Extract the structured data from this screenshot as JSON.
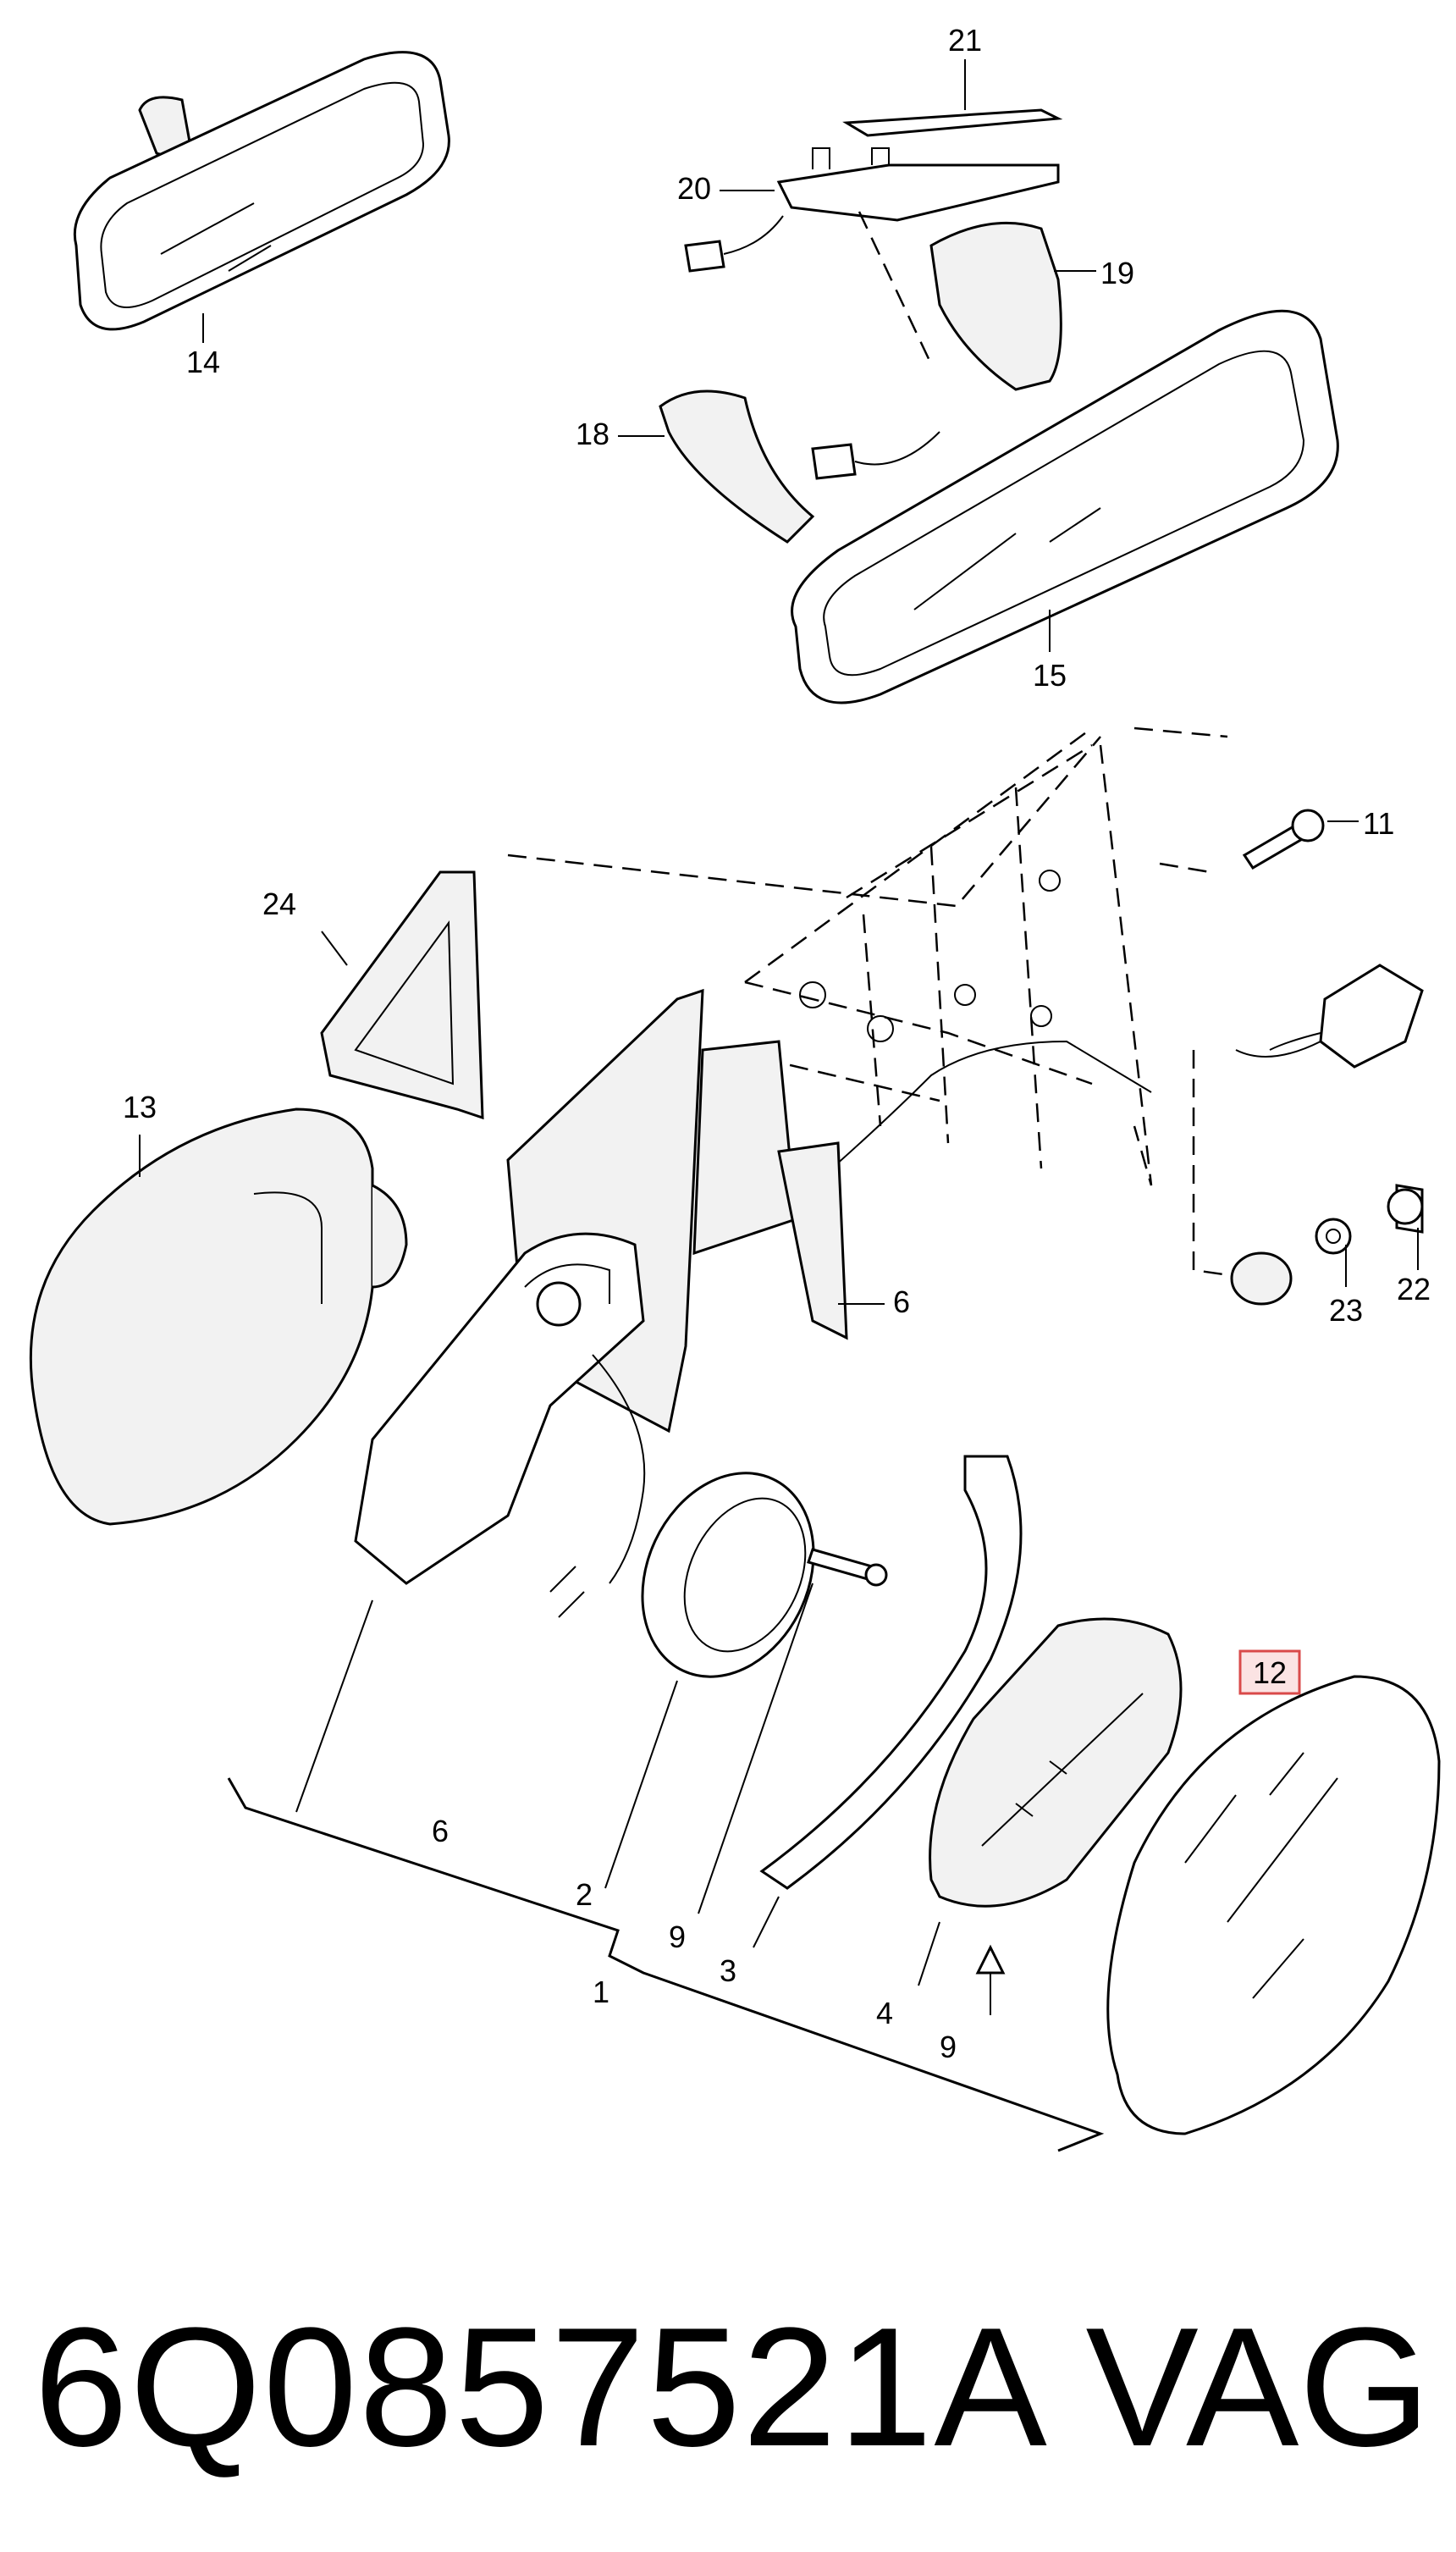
{
  "diagram": {
    "callouts": [
      "1",
      "2",
      "3",
      "4",
      "6",
      "6",
      "9",
      "9",
      "11",
      "12",
      "13",
      "14",
      "15",
      "18",
      "19",
      "20",
      "21",
      "22",
      "23",
      "24"
    ],
    "highlighted": "12",
    "highlight_color": "#d94a4a"
  },
  "caption": {
    "part_number": "6Q0857521A",
    "brand": "VAG"
  }
}
